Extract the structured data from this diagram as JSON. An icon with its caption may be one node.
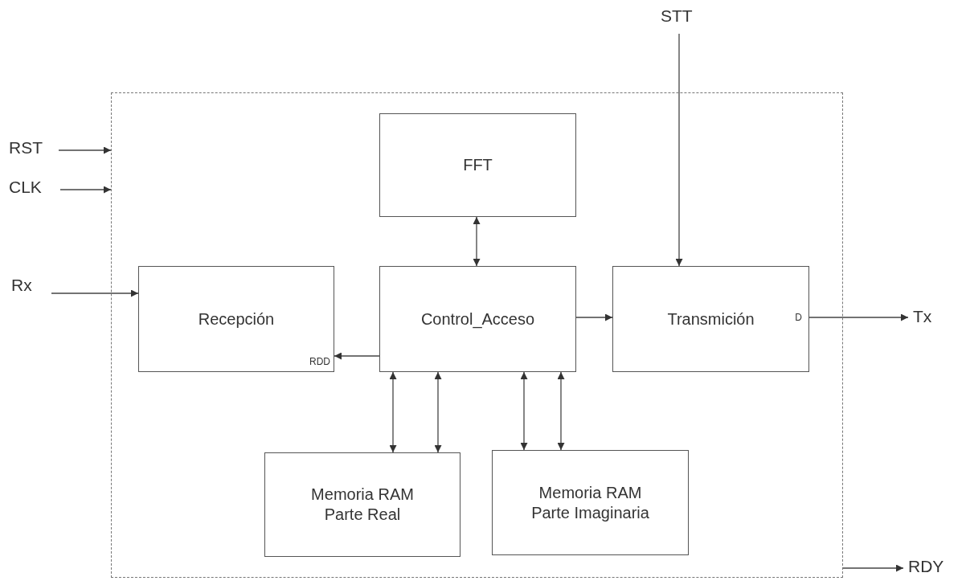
{
  "diagram": {
    "nodes": [
      {
        "text": [],
        "shape": "box"
      },
      {
        "text": [
          "FFT"
        ],
        "in": 0
      },
      {
        "text": [
          "Recepción",
          "RDD"
        ],
        "in": 0
      },
      {
        "text": [
          "Control_Acceso"
        ],
        "in": 0
      },
      {
        "text": [
          "Transmición",
          "D"
        ],
        "in": 0
      },
      {
        "text": [
          "Memoria RAM Parte Real"
        ],
        "in": 0
      },
      {
        "text": [
          "Memoria RAM Parte Imaginaria"
        ],
        "in": 0
      },
      {
        "text": [
          "RST"
        ]
      },
      {
        "text": [
          "CLK"
        ]
      },
      {
        "text": [
          "Rx"
        ]
      },
      {
        "text": [
          "STT"
        ]
      },
      {
        "text": [
          "Tx"
        ]
      },
      {
        "text": [
          "RDY"
        ]
      }
    ],
    "edges": [
      {
        "from": 7,
        "to": 0,
        "arrow": "to"
      },
      {
        "from": 8,
        "to": 0,
        "arrow": "to"
      },
      {
        "from": 9,
        "to": 2,
        "arrow": "to"
      },
      {
        "from": 10,
        "to": 4,
        "arrow": "to"
      },
      {
        "from": 1,
        "to": 3,
        "arrow": "both"
      },
      {
        "from": 3,
        "to": 2,
        "arrow": "to"
      },
      {
        "from": 3,
        "to": 4,
        "arrow": "to"
      },
      {
        "from": 4,
        "to": 11,
        "arrow": "to"
      },
      {
        "from": 3,
        "to": 5,
        "arrow": "both"
      },
      {
        "from": 3,
        "to": 5,
        "arrow": "both"
      },
      {
        "from": 3,
        "to": 6,
        "arrow": "both"
      },
      {
        "from": 3,
        "to": 6,
        "arrow": "both"
      },
      {
        "from": 0,
        "to": 12,
        "arrow": "to"
      }
    ]
  }
}
